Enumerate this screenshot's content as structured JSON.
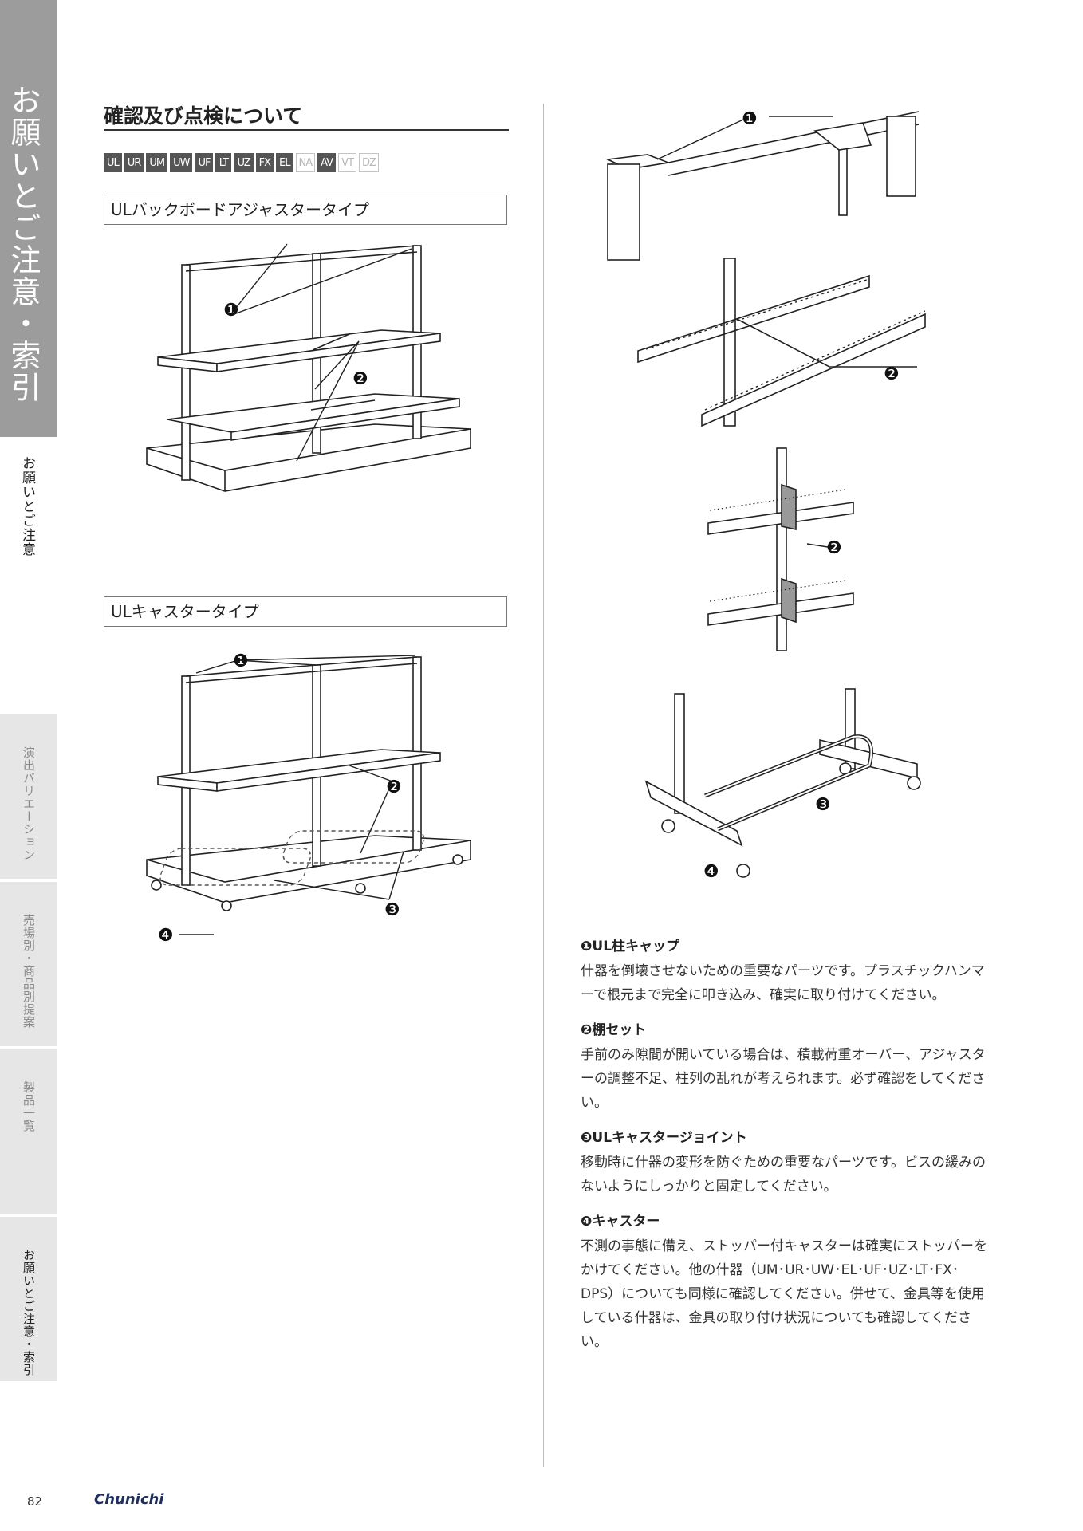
{
  "sidebar": {
    "chapter": "お願いとご注意・索引",
    "section": "お願いとご注意",
    "tabs": [
      {
        "label": "演出バリエーション"
      },
      {
        "label": "売場別・商品別提案"
      },
      {
        "label": "製品一覧"
      },
      {
        "label": "お願いとご注意・索引"
      }
    ]
  },
  "header": {
    "title": "確認及び点検について"
  },
  "badges": [
    {
      "label": "UL",
      "active": true
    },
    {
      "label": "UR",
      "active": true
    },
    {
      "label": "UM",
      "active": true
    },
    {
      "label": "UW",
      "active": true
    },
    {
      "label": "UF",
      "active": true
    },
    {
      "label": "LT",
      "active": true
    },
    {
      "label": "UZ",
      "active": true
    },
    {
      "label": "FX",
      "active": true
    },
    {
      "label": "EL",
      "active": true
    },
    {
      "label": "NA",
      "active": false
    },
    {
      "label": "AV",
      "active": true
    },
    {
      "label": "VT",
      "active": false
    },
    {
      "label": "DZ",
      "active": false
    }
  ],
  "figures": {
    "backboard": {
      "label": "ULバックボードアジャスタータイプ"
    },
    "caster": {
      "label": "ULキャスタータイプ"
    },
    "markers": {
      "m1": "❶",
      "m2": "❷",
      "m3": "❸",
      "m4": "❹"
    }
  },
  "notes": [
    {
      "heading": "❶UL柱キャップ",
      "body": "什器を倒壊させないための重要なパーツです。プラスチックハンマーで根元まで完全に叩き込み、確実に取り付けてください。"
    },
    {
      "heading": "❷棚セット",
      "body": "手前のみ隙間が開いている場合は、積載荷重オーバー、アジャスターの調整不足、柱列の乱れが考えられます。必ず確認をしてください。"
    },
    {
      "heading": "❸ULキャスタージョイント",
      "body": "移動時に什器の変形を防ぐための重要なパーツです。ビスの緩みのないようにしっかりと固定してください。"
    },
    {
      "heading": "❹キャスター",
      "body": "不測の事態に備え、ストッパー付キャスターは確実にストッパーをかけてください。他の什器（UM･UR･UW･EL･UF･UZ･LT･FX･DPS）についても同様に確認してください。併せて、金具等を使用している什器は、金具の取り付け状況についても確認してください。"
    }
  ],
  "footer": {
    "page": "82",
    "brand": "Chunichi"
  }
}
